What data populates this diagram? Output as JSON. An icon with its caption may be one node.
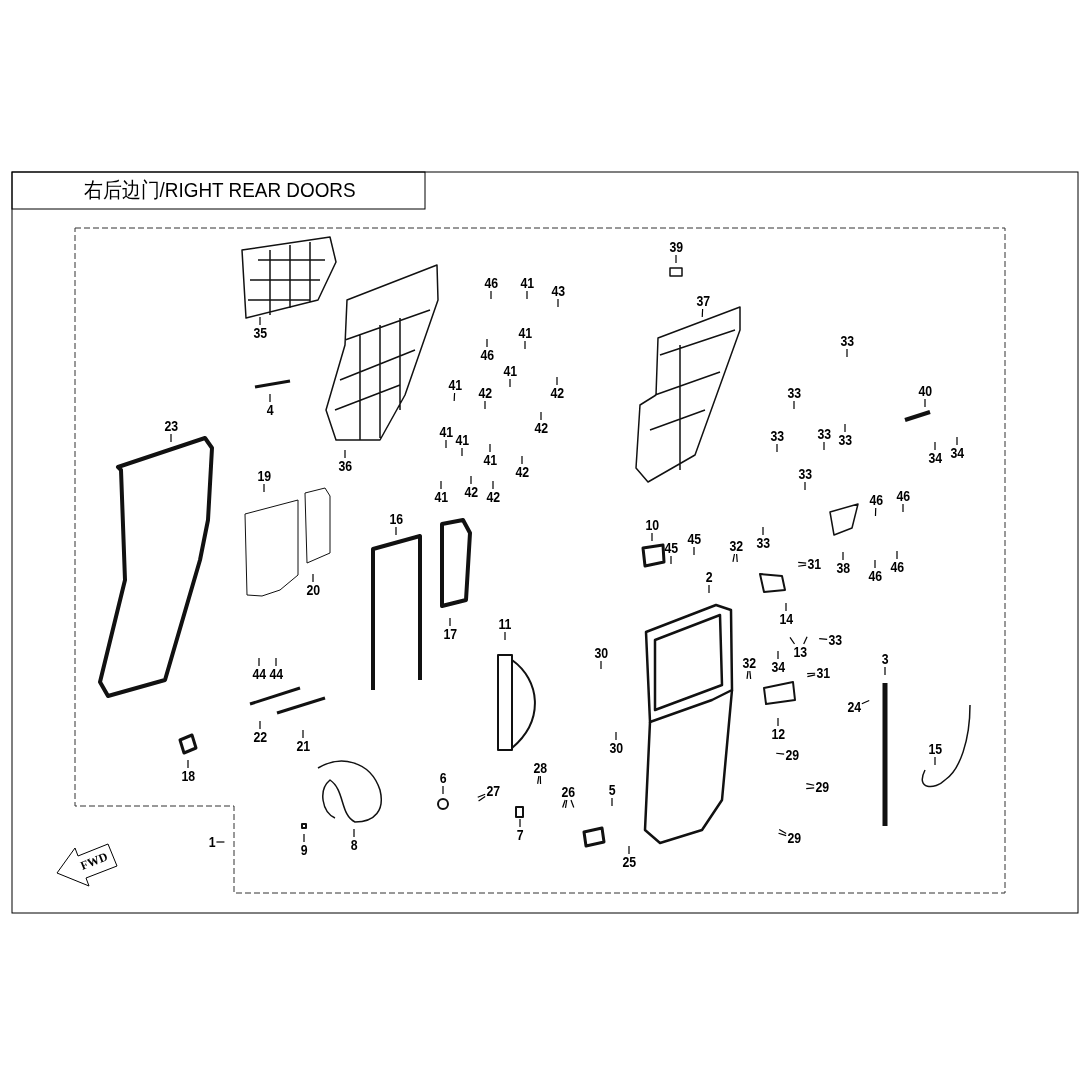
{
  "diagram": {
    "title": "右后边门/RIGHT REAR DOORS",
    "nodes": [
      {
        "text": [
          "35"
        ]
      },
      {
        "text": [
          "46"
        ]
      },
      {
        "text": [
          "41"
        ]
      },
      {
        "text": [
          "43"
        ]
      },
      {
        "text": [
          "41"
        ]
      },
      {
        "text": [
          "46"
        ]
      },
      {
        "text": [
          "41"
        ]
      },
      {
        "text": [
          "41"
        ]
      },
      {
        "text": [
          "42"
        ]
      },
      {
        "text": [
          "42"
        ]
      },
      {
        "text": [
          "4"
        ]
      },
      {
        "text": [
          "42"
        ]
      },
      {
        "text": [
          "41"
        ]
      },
      {
        "text": [
          "41"
        ]
      },
      {
        "text": [
          "41"
        ]
      },
      {
        "text": [
          "42"
        ]
      },
      {
        "text": [
          "36"
        ]
      },
      {
        "text": [
          "41"
        ]
      },
      {
        "text": [
          "42"
        ]
      },
      {
        "text": [
          "42"
        ]
      },
      {
        "text": [
          "39"
        ]
      },
      {
        "text": [
          "37"
        ]
      },
      {
        "text": [
          "33"
        ]
      },
      {
        "text": [
          "40"
        ]
      },
      {
        "text": [
          "33"
        ]
      },
      {
        "text": [
          "33"
        ]
      },
      {
        "text": [
          "33"
        ]
      },
      {
        "text": [
          "33"
        ]
      },
      {
        "text": [
          "34"
        ]
      },
      {
        "text": [
          "34"
        ]
      },
      {
        "text": [
          "33"
        ]
      },
      {
        "text": [
          "46"
        ]
      },
      {
        "text": [
          "46"
        ]
      },
      {
        "text": [
          "33"
        ]
      },
      {
        "text": [
          "38"
        ]
      },
      {
        "text": [
          "46"
        ]
      },
      {
        "text": [
          "46"
        ]
      },
      {
        "text": [
          "23"
        ]
      },
      {
        "text": [
          "19"
        ]
      },
      {
        "text": [
          "20"
        ]
      },
      {
        "text": [
          "16"
        ]
      },
      {
        "text": [
          "17"
        ]
      },
      {
        "text": [
          "44"
        ]
      },
      {
        "text": [
          "44"
        ]
      },
      {
        "text": [
          "22"
        ]
      },
      {
        "text": [
          "21"
        ]
      },
      {
        "text": [
          "10"
        ]
      },
      {
        "text": [
          "45"
        ]
      },
      {
        "text": [
          "45"
        ]
      },
      {
        "text": [
          "2"
        ]
      },
      {
        "text": [
          "32"
        ]
      },
      {
        "text": [
          "31"
        ]
      },
      {
        "text": [
          "11"
        ]
      },
      {
        "text": [
          "14"
        ]
      },
      {
        "text": [
          "13"
        ]
      },
      {
        "text": [
          "33"
        ]
      },
      {
        "text": [
          "30"
        ]
      },
      {
        "text": [
          "32"
        ]
      },
      {
        "text": [
          "34"
        ]
      },
      {
        "text": [
          "31"
        ]
      },
      {
        "text": [
          "3"
        ]
      },
      {
        "text": [
          "24"
        ]
      },
      {
        "text": [
          "12"
        ]
      },
      {
        "text": [
          "30"
        ]
      },
      {
        "text": [
          "15"
        ]
      },
      {
        "text": [
          "29"
        ]
      },
      {
        "text": [
          "18"
        ]
      },
      {
        "text": [
          "6"
        ]
      },
      {
        "text": [
          "27"
        ]
      },
      {
        "text": [
          "28"
        ]
      },
      {
        "text": [
          "26"
        ]
      },
      {
        "text": [
          "5"
        ]
      },
      {
        "text": [
          "29"
        ]
      },
      {
        "text": [
          "9"
        ]
      },
      {
        "text": [
          "8"
        ]
      },
      {
        "text": [
          "1"
        ]
      },
      {
        "text": [
          "7"
        ]
      },
      {
        "text": [
          "29"
        ]
      },
      {
        "text": [
          "25"
        ]
      }
    ],
    "edges": [
      {
        "from": 0,
        "to": null,
        "arrow": "none"
      },
      {
        "from": 1,
        "to": null,
        "arrow": "none"
      },
      {
        "from": 2,
        "to": null,
        "arrow": "none"
      },
      {
        "from": 3,
        "to": null,
        "arrow": "none"
      },
      {
        "from": 4,
        "to": null,
        "arrow": "none"
      },
      {
        "from": 5,
        "to": null,
        "arrow": "none"
      },
      {
        "from": 6,
        "to": null,
        "arrow": "none"
      },
      {
        "from": 7,
        "to": null,
        "arrow": "none"
      },
      {
        "from": 8,
        "to": null,
        "arrow": "none"
      },
      {
        "from": 9,
        "to": null,
        "arrow": "none"
      },
      {
        "from": 10,
        "to": null,
        "arrow": "none"
      },
      {
        "from": 11,
        "to": null,
        "arrow": "none"
      },
      {
        "from": 12,
        "to": null,
        "arrow": "none"
      },
      {
        "from": 13,
        "to": null,
        "arrow": "none"
      },
      {
        "from": 14,
        "to": null,
        "arrow": "none"
      },
      {
        "from": 15,
        "to": null,
        "arrow": "none"
      },
      {
        "from": 16,
        "to": null,
        "arrow": "none"
      },
      {
        "from": 17,
        "to": null,
        "arrow": "none"
      },
      {
        "from": 18,
        "to": null,
        "arrow": "none"
      },
      {
        "from": 19,
        "to": null,
        "arrow": "none"
      },
      {
        "from": 20,
        "to": null,
        "arrow": "none"
      },
      {
        "from": 21,
        "to": null,
        "arrow": "none"
      },
      {
        "from": 22,
        "to": null,
        "arrow": "none"
      },
      {
        "from": 23,
        "to": null,
        "arrow": "none"
      },
      {
        "from": 24,
        "to": null,
        "arrow": "none"
      },
      {
        "from": 25,
        "to": null,
        "arrow": "none"
      },
      {
        "from": 26,
        "to": null,
        "arrow": "none"
      },
      {
        "from": 27,
        "to": null,
        "arrow": "none"
      },
      {
        "from": 28,
        "to": null,
        "arrow": "none"
      },
      {
        "from": 29,
        "to": null,
        "arrow": "none"
      },
      {
        "from": 30,
        "to": null,
        "arrow": "none"
      },
      {
        "from": 31,
        "to": null,
        "arrow": "none"
      },
      {
        "from": 32,
        "to": null,
        "arrow": "none"
      },
      {
        "from": 33,
        "to": null,
        "arrow": "none"
      },
      {
        "from": 34,
        "to": null,
        "arrow": "none"
      },
      {
        "from": 35,
        "to": null,
        "arrow": "none"
      },
      {
        "from": 36,
        "to": null,
        "arrow": "none"
      },
      {
        "from": 37,
        "to": null,
        "arrow": "none"
      },
      {
        "from": 38,
        "to": null,
        "arrow": "none"
      },
      {
        "from": 39,
        "to": null,
        "arrow": "none"
      },
      {
        "from": 40,
        "to": null,
        "arrow": "none"
      },
      {
        "from": 41,
        "to": null,
        "arrow": "none"
      },
      {
        "from": 42,
        "to": null,
        "arrow": "none"
      },
      {
        "from": 43,
        "to": null,
        "arrow": "none"
      },
      {
        "from": 44,
        "to": null,
        "arrow": "none"
      },
      {
        "from": 45,
        "to": null,
        "arrow": "none"
      },
      {
        "from": 46,
        "to": null,
        "arrow": "none"
      },
      {
        "from": 47,
        "to": null,
        "arrow": "none"
      },
      {
        "from": 48,
        "to": null,
        "arrow": "none"
      },
      {
        "from": 49,
        "to": null,
        "arrow": "none"
      },
      {
        "from": 50,
        "to": null,
        "arrow": "none"
      },
      {
        "from": 50,
        "to": null,
        "arrow": "none"
      },
      {
        "from": 51,
        "to": null,
        "arrow": "none"
      },
      {
        "from": 51,
        "to": null,
        "arrow": "none"
      },
      {
        "from": 52,
        "to": null,
        "arrow": "none"
      },
      {
        "from": 53,
        "to": null,
        "arrow": "none"
      },
      {
        "from": 54,
        "to": null,
        "arrow": "none"
      },
      {
        "from": 54,
        "to": null,
        "arrow": "none"
      },
      {
        "from": 55,
        "to": null,
        "arrow": "none"
      },
      {
        "from": 56,
        "to": null,
        "arrow": "none"
      },
      {
        "from": 57,
        "to": null,
        "arrow": "none"
      },
      {
        "from": 57,
        "to": null,
        "arrow": "none"
      },
      {
        "from": 58,
        "to": null,
        "arrow": "none"
      },
      {
        "from": 59,
        "to": null,
        "arrow": "none"
      },
      {
        "from": 59,
        "to": null,
        "arrow": "none"
      },
      {
        "from": 60,
        "to": null,
        "arrow": "none"
      },
      {
        "from": 61,
        "to": null,
        "arrow": "none"
      },
      {
        "from": 62,
        "to": null,
        "arrow": "none"
      },
      {
        "from": 63,
        "to": null,
        "arrow": "none"
      },
      {
        "from": 64,
        "to": null,
        "arrow": "none"
      },
      {
        "from": 65,
        "to": null,
        "arrow": "none"
      },
      {
        "from": 66,
        "to": null,
        "arrow": "none"
      },
      {
        "from": 67,
        "to": null,
        "arrow": "none"
      },
      {
        "from": 68,
        "to": null,
        "arrow": "none"
      },
      {
        "from": 68,
        "to": null,
        "arrow": "none"
      },
      {
        "from": 69,
        "to": null,
        "arrow": "none"
      },
      {
        "from": 69,
        "to": null,
        "arrow": "none"
      },
      {
        "from": 70,
        "to": null,
        "arrow": "none"
      },
      {
        "from": 70,
        "to": null,
        "arrow": "none"
      },
      {
        "from": 70,
        "to": null,
        "arrow": "none"
      },
      {
        "from": 71,
        "to": null,
        "arrow": "none"
      },
      {
        "from": 72,
        "to": null,
        "arrow": "none"
      },
      {
        "from": 72,
        "to": null,
        "arrow": "none"
      },
      {
        "from": 73,
        "to": null,
        "arrow": "none"
      },
      {
        "from": 74,
        "to": null,
        "arrow": "none"
      },
      {
        "from": 75,
        "to": null,
        "arrow": "none"
      },
      {
        "from": 76,
        "to": null,
        "arrow": "none"
      },
      {
        "from": 77,
        "to": null,
        "arrow": "none"
      },
      {
        "from": 77,
        "to": null,
        "arrow": "none"
      },
      {
        "from": 78,
        "to": null,
        "arrow": "none"
      }
    ],
    "labels": [
      "FWD"
    ]
  }
}
